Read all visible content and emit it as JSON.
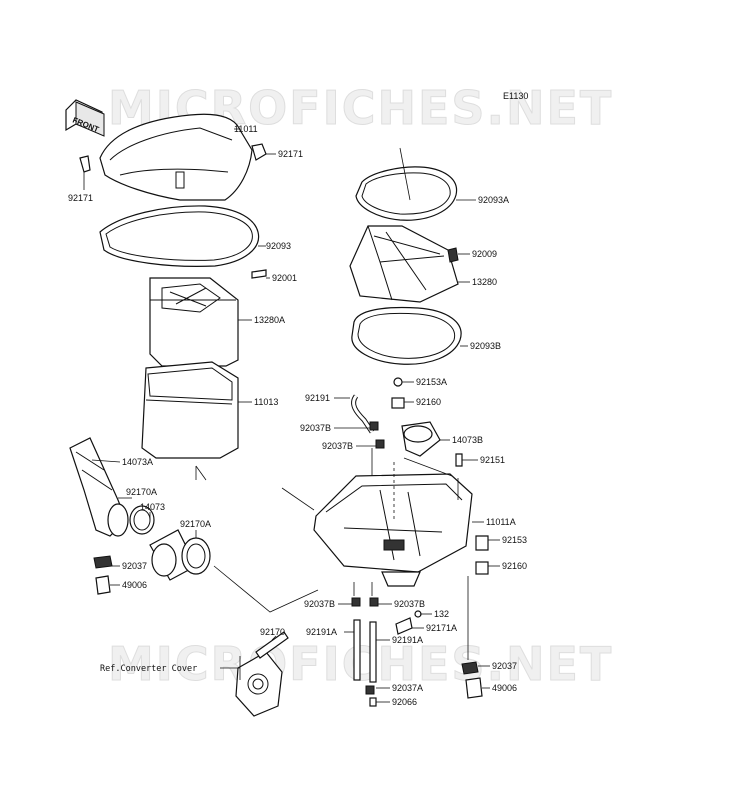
{
  "diagram_id": "E1130",
  "watermark": "MICROFICHES.NET",
  "front_label": "FRONT",
  "ref_label": "Ref.Converter Cover",
  "callouts": [
    {
      "id": "11011",
      "text": "11011"
    },
    {
      "id": "92171-right",
      "text": "92171"
    },
    {
      "id": "92171-left",
      "text": "92171"
    },
    {
      "id": "92093",
      "text": "92093"
    },
    {
      "id": "92001",
      "text": "92001"
    },
    {
      "id": "13280A",
      "text": "13280A"
    },
    {
      "id": "11013",
      "text": "11013"
    },
    {
      "id": "14073A",
      "text": "14073A"
    },
    {
      "id": "92170A-left",
      "text": "92170A"
    },
    {
      "id": "14073",
      "text": "14073"
    },
    {
      "id": "92170A-right",
      "text": "92170A"
    },
    {
      "id": "92037-left",
      "text": "92037"
    },
    {
      "id": "49006-left",
      "text": "49006"
    },
    {
      "id": "92093A",
      "text": "92093A"
    },
    {
      "id": "92009",
      "text": "92009"
    },
    {
      "id": "13280",
      "text": "13280"
    },
    {
      "id": "92093B",
      "text": "92093B"
    },
    {
      "id": "92153A",
      "text": "92153A"
    },
    {
      "id": "92191",
      "text": "92191"
    },
    {
      "id": "92160-top",
      "text": "92160"
    },
    {
      "id": "92037B-a",
      "text": "92037B"
    },
    {
      "id": "14073B",
      "text": "14073B"
    },
    {
      "id": "92037B-b",
      "text": "92037B"
    },
    {
      "id": "92151",
      "text": "92151"
    },
    {
      "id": "11011A",
      "text": "11011A"
    },
    {
      "id": "92153",
      "text": "92153"
    },
    {
      "id": "92160-bottom",
      "text": "92160"
    },
    {
      "id": "92037B-c",
      "text": "92037B"
    },
    {
      "id": "92037B-d",
      "text": "92037B"
    },
    {
      "id": "132",
      "text": "132"
    },
    {
      "id": "92191A-a",
      "text": "92191A"
    },
    {
      "id": "92171A",
      "text": "92171A"
    },
    {
      "id": "92191A-b",
      "text": "92191A"
    },
    {
      "id": "92170",
      "text": "92170"
    },
    {
      "id": "92037-right",
      "text": "92037"
    },
    {
      "id": "92037A",
      "text": "92037A"
    },
    {
      "id": "49006-right",
      "text": "49006"
    },
    {
      "id": "92066",
      "text": "92066"
    }
  ]
}
